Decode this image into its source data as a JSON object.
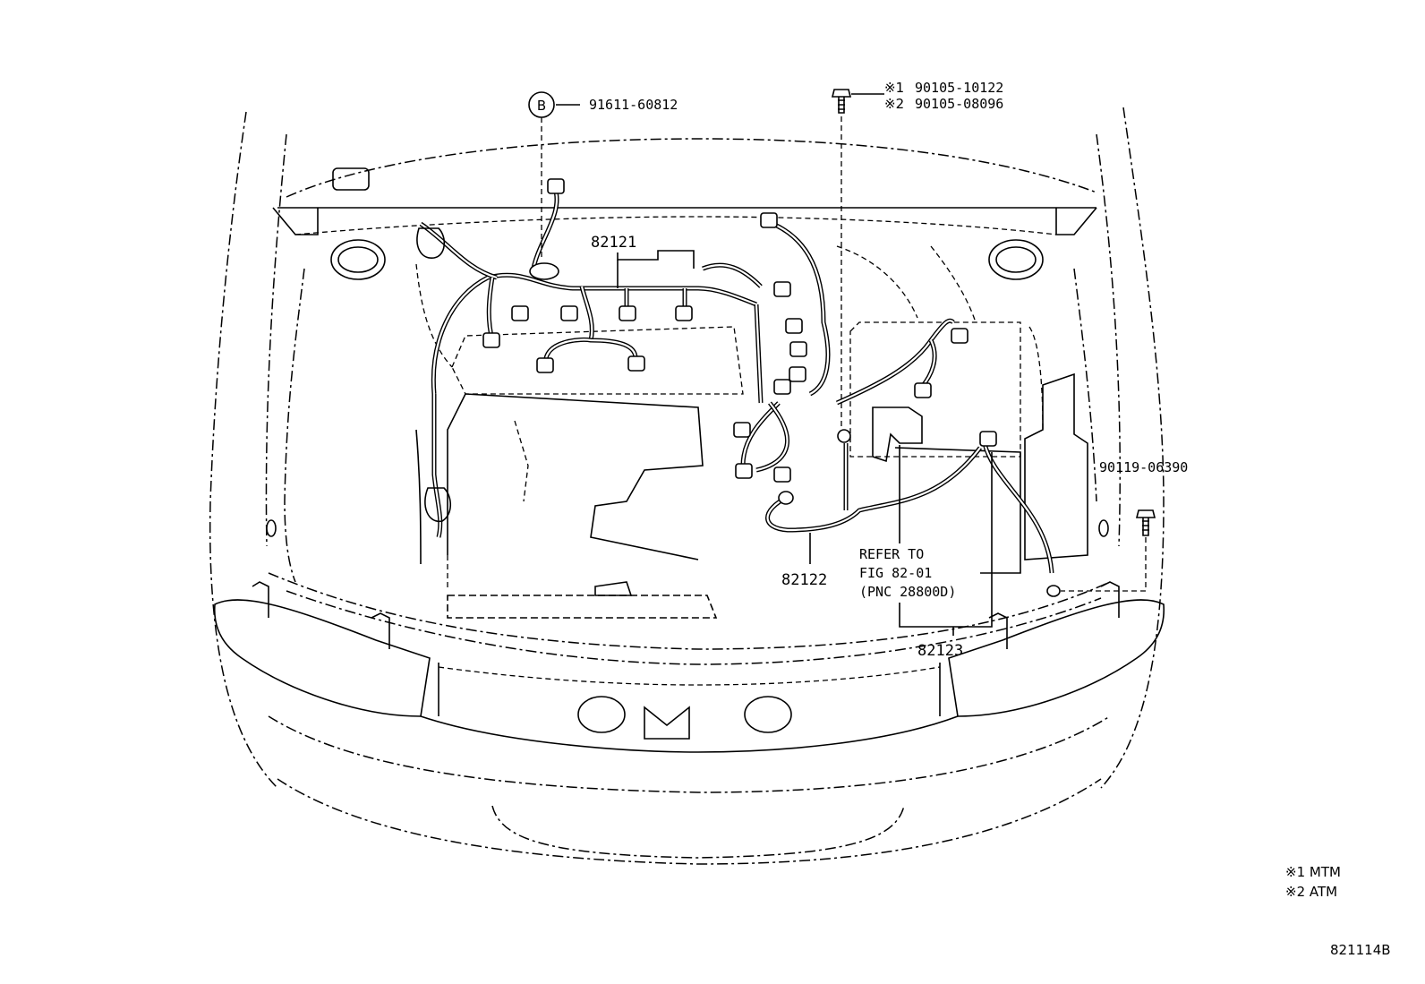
{
  "parts": {
    "clip_b_symbol": "B",
    "clip_b_part": "91611-60812",
    "bolt_top_mark1": "※1",
    "bolt_top_part1": "90105-10122",
    "bolt_top_mark2": "※2",
    "bolt_top_part2": "90105-08096",
    "bolt_right_part": "90119-06390",
    "harness_main": "82121",
    "harness_lower": "82122",
    "harness_battery": "82123"
  },
  "reference": {
    "line1": "REFER TO",
    "line2": "FIG 82-01",
    "line3": "(PNC 28800D)"
  },
  "notes": {
    "note1": "※1 MTM",
    "note2": "※2 ATM"
  },
  "figure_id": "821114B"
}
